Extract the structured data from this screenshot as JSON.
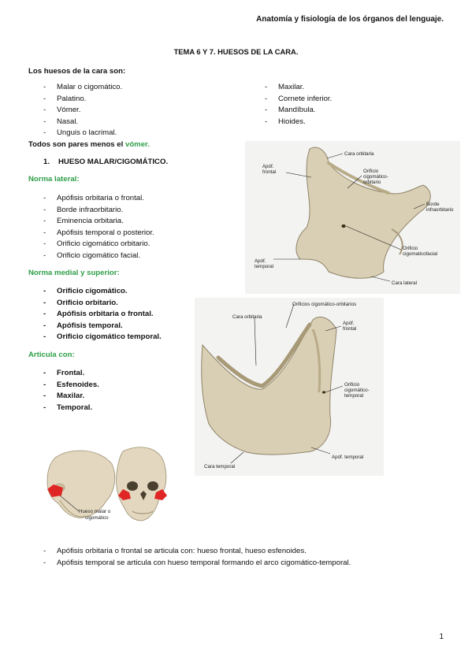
{
  "header": "Anatomía y fisiología de los órganos del lenguaje.",
  "title": "TEMA 6 Y 7. HUESOS DE LA CARA.",
  "intro": "Los huesos de la cara son:",
  "bones_left": [
    "Malar o cigomático.",
    "Palatino.",
    "Vómer.",
    "Nasal.",
    "Unguis o lacrimal."
  ],
  "bones_right": [
    "Maxilar.",
    "Cornete inferior.",
    "Mandíbula.",
    "Hioides."
  ],
  "pares_text": "Todos son pares menos el ",
  "pares_highlight": "vómer.",
  "section_num": "1.",
  "section_title": "HUESO MALAR/CIGOMÁTICO.",
  "lateral": {
    "heading": "Norma lateral:",
    "items": [
      "Apófisis orbitaria o frontal.",
      "Borde infraorbitario.",
      "Eminencia orbitaria.",
      "Apófisis temporal o posterior.",
      "Orificio cigomático orbitario.",
      "Orificio cigomático facial."
    ]
  },
  "medial": {
    "heading": "Norma medial y superior:",
    "items": [
      "Orificio cigomático.",
      "Orificio orbitario.",
      "Apófisis orbitaria o frontal.",
      "Apófisis temporal.",
      "Orificio cigomático temporal."
    ]
  },
  "articula": {
    "heading": "Articula con:",
    "items": [
      "Frontal.",
      "Esfenoides.",
      "Maxilar.",
      "Temporal."
    ]
  },
  "fig1_labels": {
    "cara_orbitaria": "Cara orbitaria",
    "apof_frontal_1": "Apóf.",
    "apof_frontal_2": "frontal",
    "orificio_orb_1": "Orificio",
    "orificio_orb_2": "cigomático-",
    "orificio_orb_3": "orbitario",
    "borde_1": "Borde",
    "borde_2": "infraorbitario",
    "orificio_fac_1": "Orificio",
    "orificio_fac_2": "cigomaticofacial",
    "apof_temporal_1": "Apóf.",
    "apof_temporal_2": "temporal",
    "cara_lateral": "Cara lateral"
  },
  "fig2_labels": {
    "orificios": "Orificios cigomático-orbitarios",
    "cara_orbitaria": "Cara orbitaria",
    "apof_frontal_1": "Apóf.",
    "apof_frontal_2": "frontal",
    "orificio_temp_1": "Orificio",
    "orificio_temp_2": "cigomático-",
    "orificio_temp_3": "temporal",
    "apof_temporal": "Apóf. temporal",
    "cara_temporal": "Cara temporal"
  },
  "skull_labels": {
    "line1": "Hueso malar o",
    "line2": "cigomático"
  },
  "bottom_items": [
    "Apófisis orbitaria o frontal se articula con: hueso frontal, hueso esfenoides.",
    "Apófisis temporal se articula con hueso temporal formando el arco cigomático-temporal."
  ],
  "page_number": "1",
  "colors": {
    "green_heading": "#2e9e48",
    "bone": "#d9cfb4",
    "highlight_red": "#e02525"
  }
}
